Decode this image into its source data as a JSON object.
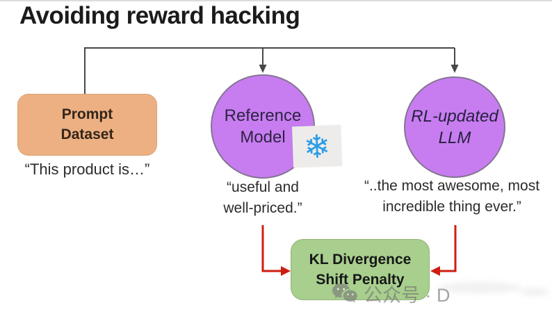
{
  "title": "Avoiding reward hacking",
  "nodes": {
    "prompt_dataset": {
      "line1": "Prompt",
      "line2": "Dataset",
      "quote": "“This product is…”",
      "fill": "#edb083"
    },
    "reference_model": {
      "line1": "Reference",
      "line2": "Model",
      "quote_line1": "“useful and",
      "quote_line2": "well-priced.”",
      "fill": "#c77df0"
    },
    "rl_updated_llm": {
      "line1": "RL-updated",
      "line2": "LLM",
      "quote_line1": "“..the most awesome, most",
      "quote_line2": "incredible thing ever.”",
      "fill": "#c77df0"
    },
    "kl_penalty": {
      "line1": "KL Divergence",
      "line2": "Shift Penalty",
      "fill": "#a8cf8e"
    }
  },
  "icons": {
    "snowflake_glyph": "❄"
  },
  "watermark": {
    "text": "公众号 · D"
  },
  "colors": {
    "connector_gray": "#484848",
    "arrow_red": "#cf1d12",
    "purple_fill": "#c77df0",
    "orange_fill": "#edb083",
    "green_fill": "#a8cf8e",
    "snowflake_blue": "#2a9ce5"
  }
}
